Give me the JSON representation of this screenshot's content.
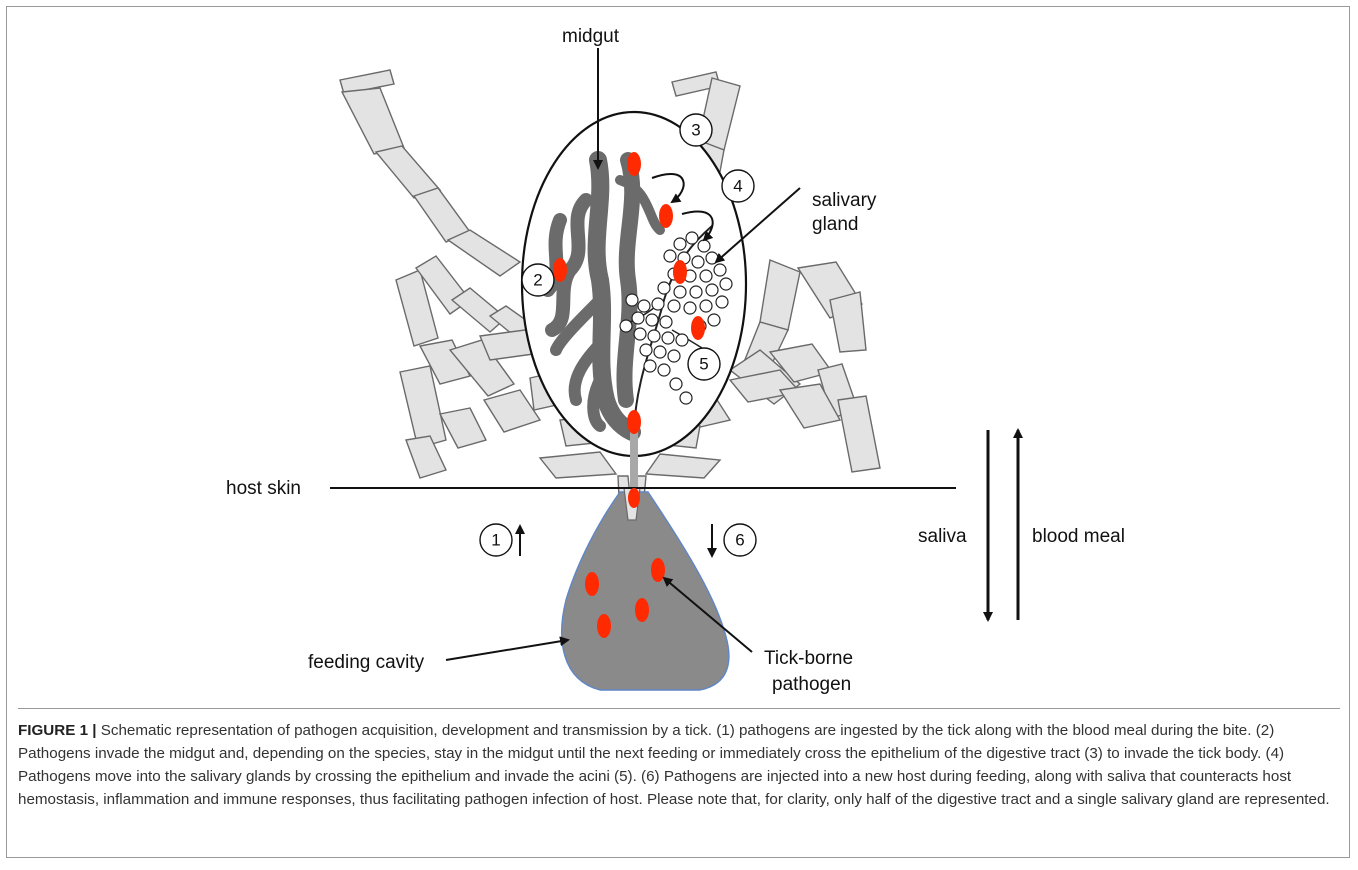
{
  "figure": {
    "labels": {
      "midgut": "midgut",
      "salivary_gland_line1": "salivary",
      "salivary_gland_line2": "gland",
      "host_skin": "host skin",
      "saliva": "saliva",
      "blood_meal": "blood meal",
      "feeding_cavity": "feeding cavity",
      "pathogen_line1": "Tick-borne",
      "pathogen_line2": "pathogen"
    },
    "steps": [
      "1",
      "2",
      "3",
      "4",
      "5",
      "6"
    ],
    "colors": {
      "pathogen": "#ff2a00",
      "midgut": "#6b6b6b",
      "cavity": "#8a8a8a",
      "legs": "#e3e3e3"
    }
  },
  "caption": {
    "label": "FIGURE 1 |",
    "text": "Schematic representation of pathogen acquisition, development and transmission by a tick. (1) pathogens are ingested by the tick along with the blood meal during the bite. (2) Pathogens invade the midgut and, depending on the species, stay in the midgut until the next feeding or immediately cross the epithelium of the digestive tract (3) to invade the tick body. (4) Pathogens move into the salivary glands by crossing the epithelium and invade the acini (5). (6) Pathogens are injected into a new host during feeding, along with saliva that counteracts host hemostasis, inflammation and immune responses, thus facilitating pathogen infection of host. Please note that, for clarity, only half of the digestive tract and a single salivary gland are represented."
  }
}
